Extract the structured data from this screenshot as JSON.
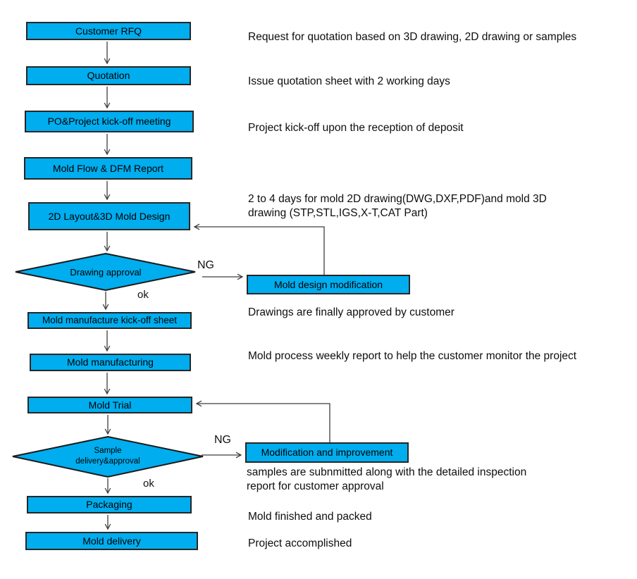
{
  "diagram": {
    "title_semantic": "mold-making-process-flowchart",
    "colors": {
      "shape_fill": "#00ADEE",
      "shape_border": "#262626",
      "connector": "#3f3f3f",
      "text": "#000000"
    },
    "steps": [
      {
        "label": "Customer RFQ"
      },
      {
        "label": "Quotation"
      },
      {
        "label": "PO&Project kick-off meeting"
      },
      {
        "label": "Mold Flow & DFM Report"
      },
      {
        "label": "2D Layout&3D Mold Design"
      },
      {
        "label": "Mold manufacture kick-off sheet"
      },
      {
        "label": "Mold manufacturing"
      },
      {
        "label": "Mold Trial"
      },
      {
        "label": "Packaging"
      },
      {
        "label": "Mold delivery"
      }
    ],
    "decisions": [
      {
        "label": "Drawing approval",
        "pass_label": "ok",
        "fail_label": "NG"
      },
      {
        "label_line1": "Sample",
        "label_line2": "delivery&approval",
        "pass_label": "ok",
        "fail_label": "NG"
      }
    ],
    "rework_boxes": [
      {
        "label": "Mold design modification"
      },
      {
        "label": "Modification and improvement"
      }
    ],
    "annotations": [
      {
        "lines": [
          "Request for quotation based on 3D drawing, 2D drawing or samples"
        ]
      },
      {
        "lines": [
          "Issue quotation sheet with 2 working days"
        ]
      },
      {
        "lines": [
          "Project kick-off upon the reception of deposit"
        ]
      },
      {
        "lines": [
          "2 to 4 days for mold 2D drawing(DWG,DXF,PDF)and mold 3D",
          "drawing (STP,STL,IGS,X-T,CAT Part)"
        ]
      },
      {
        "lines": [
          "Drawings are finally approved by customer"
        ]
      },
      {
        "lines": [
          "Mold process weekly report to help the customer monitor the project"
        ]
      },
      {
        "lines": [
          "samples are subnmitted along with the detailed inspection",
          "report for customer approval"
        ]
      },
      {
        "lines": [
          "Mold finished and packed"
        ]
      },
      {
        "lines": [
          "Project accomplished"
        ]
      }
    ]
  }
}
